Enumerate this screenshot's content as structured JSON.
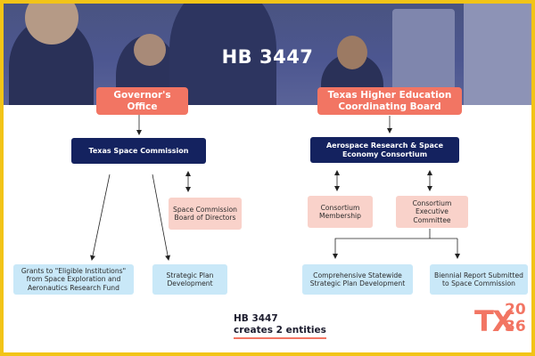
{
  "header": {
    "title": "HB 3447"
  },
  "left": {
    "governor": "Governor's Office",
    "commission": "Texas Space Commission",
    "board": "Space Commission Board of Directors",
    "grants": "Grants to \"Eligible Institutions\" from Space Exploration and Aeronautics Research Fund",
    "strategic": "Strategic Plan Development"
  },
  "right": {
    "coordinating": "Texas Higher Education Coordinating Board",
    "consortium": "Aerospace Research & Space Economy Consortium",
    "membership": "Consortium Membership",
    "executive": "Consortium Executive Committee",
    "statewide": "Comprehensive Statewide Strategic Plan Development",
    "biennial": "Biennial Report Submitted to Space Commission"
  },
  "caption": {
    "line1": "HB 3447",
    "line2": "creates 2 entities"
  },
  "logo": {
    "letters": "TX",
    "top_number": "20",
    "bottom_number": "36"
  },
  "colors": {
    "accent_orange": "#f27563",
    "navy": "#14225f",
    "pink": "#f9d2ca",
    "light_blue": "#c9e8f8",
    "frame_yellow": "#f2c417"
  }
}
